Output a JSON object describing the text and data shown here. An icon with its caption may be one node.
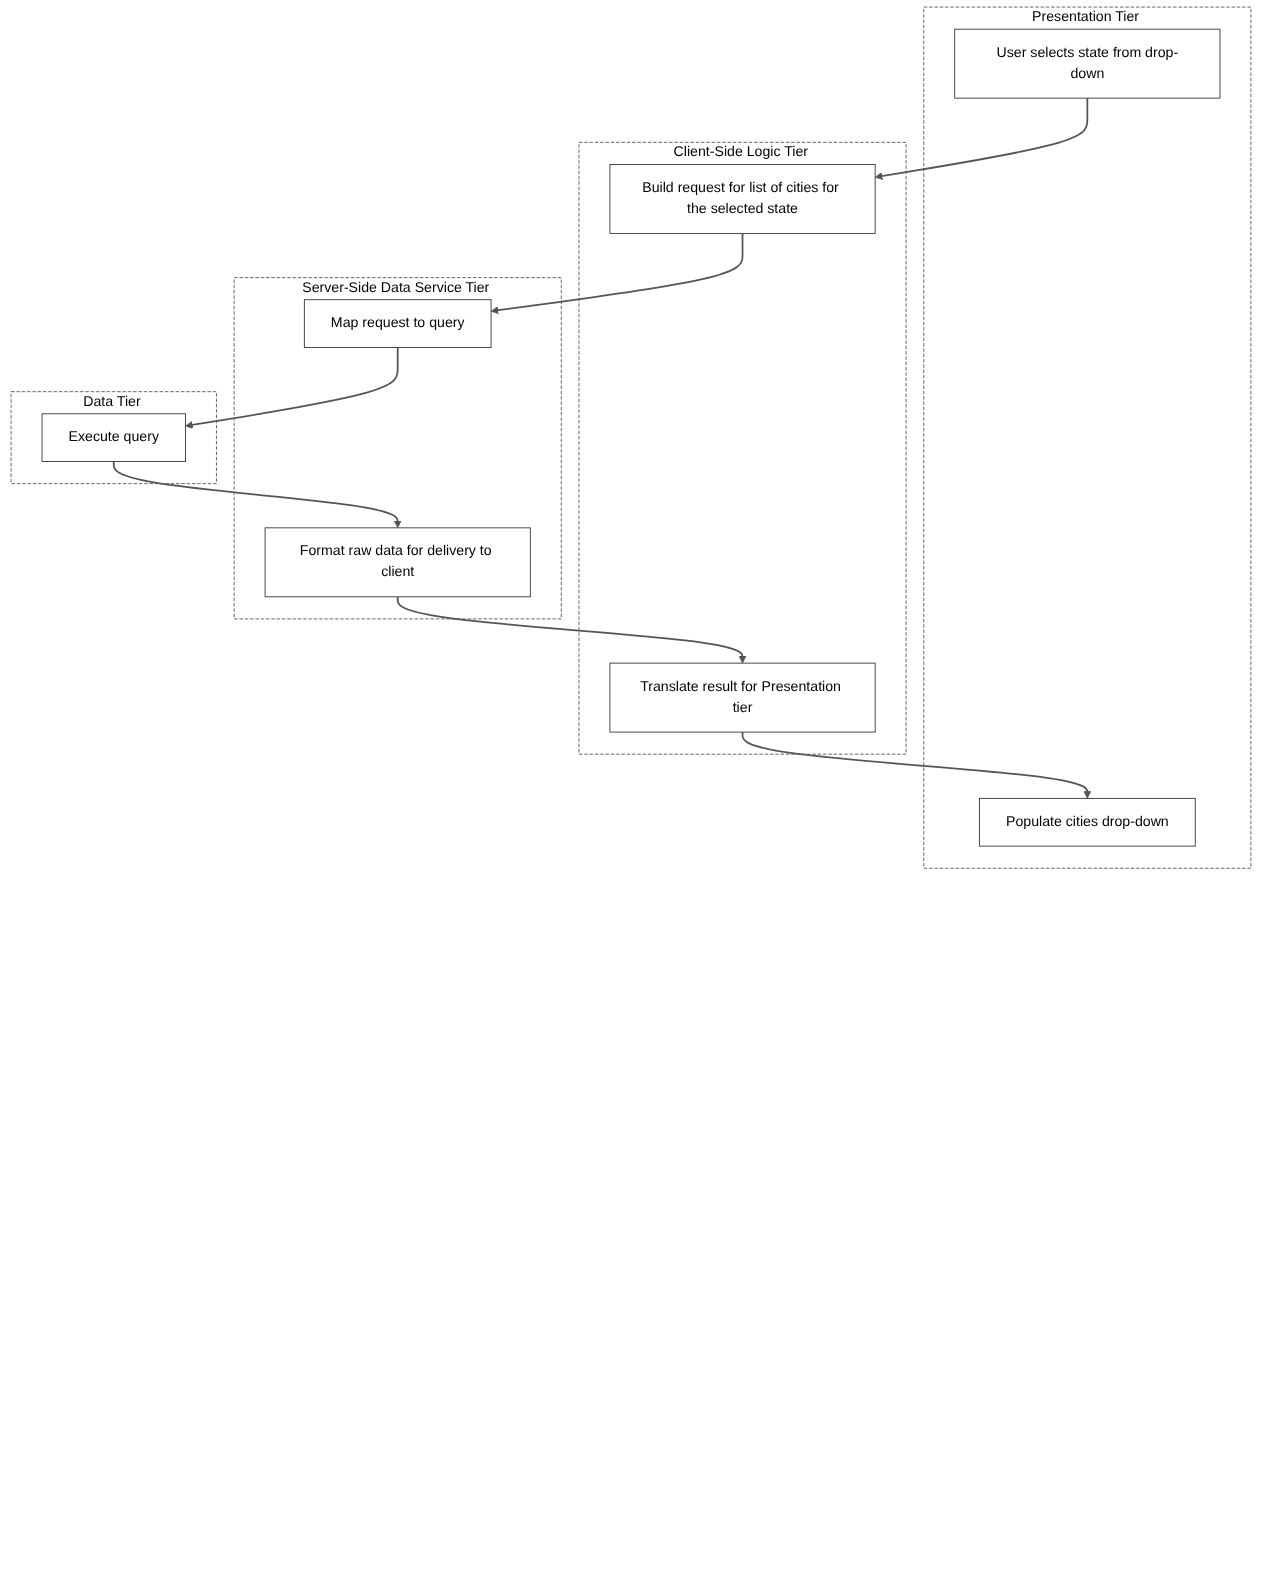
{
  "diagram": {
    "nodes": [
      {
        "text": [
          "Presentation Tier"
        ]
      },
      {
        "text": [
          "User selects state from drop-down"
        ],
        "in": 0
      },
      {
        "text": [
          "Populate cities drop-down"
        ],
        "in": 0
      },
      {
        "text": [
          "Client-Side Logic Tier"
        ]
      },
      {
        "text": [
          "Build request for list of cities for the selected state"
        ],
        "in": 3
      },
      {
        "text": [
          "Translate result for Presentation tier"
        ],
        "in": 3
      },
      {
        "text": [
          "Server-Side Data Service Tier"
        ]
      },
      {
        "text": [
          "Map request to query"
        ],
        "in": 6
      },
      {
        "text": [
          "Format raw data for delivery to client"
        ],
        "in": 6
      },
      {
        "text": [
          "Data Tier"
        ]
      },
      {
        "text": [
          "Execute query"
        ],
        "in": 9
      }
    ],
    "edges": [
      {
        "from": 1,
        "to": 4,
        "arrow": "to"
      },
      {
        "from": 4,
        "to": 7,
        "arrow": "to"
      },
      {
        "from": 7,
        "to": 10,
        "arrow": "to"
      },
      {
        "from": 10,
        "to": 8,
        "arrow": "to"
      },
      {
        "from": 8,
        "to": 5,
        "arrow": "to"
      },
      {
        "from": 5,
        "to": 2,
        "arrow": "to"
      }
    ]
  }
}
